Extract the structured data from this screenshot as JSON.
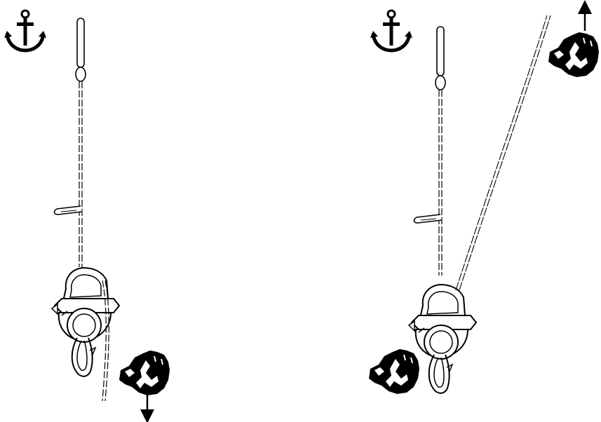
{
  "diagram": {
    "panels": [
      {
        "id": "left",
        "anchor_icon": "anchor-icon",
        "hand_icon": "fist-icon",
        "pull_direction": "down",
        "arrow_icon": "arrow-down-icon"
      },
      {
        "id": "right",
        "anchor_icon": "anchor-icon",
        "hand_icon": "fist-icon",
        "pull_direction": "up",
        "arrow_icon": "arrow-up-icon",
        "second_hand_icon": "fist-icon",
        "second_hand_action": "hold"
      }
    ],
    "colors": {
      "ink": "#000000",
      "background": "#ffffff"
    }
  }
}
